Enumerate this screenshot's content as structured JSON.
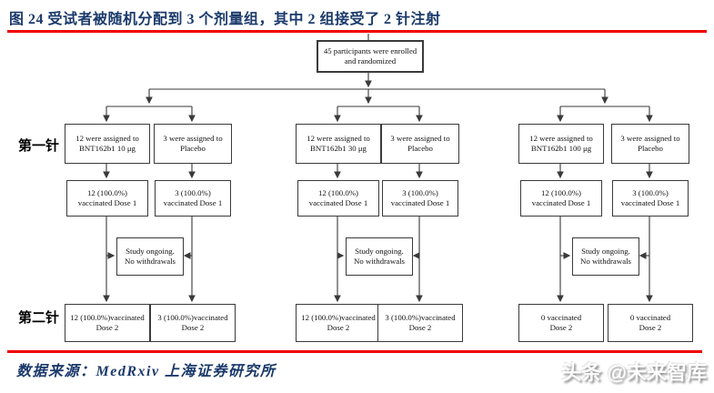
{
  "header": {
    "figure_title": "图 24 受试者被随机分配到 3 个剂量组，其中 2 组接受了 2 针注射"
  },
  "colors": {
    "title_navy": "#1b3a6b",
    "rule_red": "#ef0000",
    "line_gray": "#3a3a3a"
  },
  "flowchart": {
    "top_box": {
      "line1": "45 participants were enrolled",
      "line2": "and randomized"
    },
    "row_labels": {
      "first_injection": "第一针",
      "second_injection": "第二针"
    },
    "study_box": {
      "line1": "Study ongoing.",
      "line2": "No withdrawals"
    },
    "groups": [
      {
        "assigned_vaccine": {
          "line1": "12 were assigned to",
          "line2": "BNT162b1 10 μg"
        },
        "assigned_placebo": {
          "line1": "3 were assigned to",
          "line2": "Placebo"
        },
        "dose1_vaccine": {
          "line1": "12 (100.0%)",
          "line2": "vaccinated Dose 1"
        },
        "dose1_placebo": {
          "line1": "3 (100.0%)",
          "line2": "vaccinated Dose 1"
        },
        "dose2_vaccine": {
          "line1": "12 (100.0%)vaccinated",
          "line2": "Dose 2"
        },
        "dose2_placebo": {
          "line1": "3 (100.0%)vaccinated",
          "line2": "Dose 2"
        }
      },
      {
        "assigned_vaccine": {
          "line1": "12 were assigned to",
          "line2": "BNT162b1 30 μg"
        },
        "assigned_placebo": {
          "line1": "3 were assigned to",
          "line2": "Placebo"
        },
        "dose1_vaccine": {
          "line1": "12 (100.0%)",
          "line2": "vaccinated Dose 1"
        },
        "dose1_placebo": {
          "line1": "3 (100.0%)",
          "line2": "vaccinated Dose 1"
        },
        "dose2_vaccine": {
          "line1": "12 (100.0%)vaccinated",
          "line2": "Dose 2"
        },
        "dose2_placebo": {
          "line1": "3 (100.0%)vaccinated",
          "line2": "Dose 2"
        }
      },
      {
        "assigned_vaccine": {
          "line1": "12 were assigned to",
          "line2": "BNT162b1 100 μg"
        },
        "assigned_placebo": {
          "line1": "3 were assigned to",
          "line2": "Placebo"
        },
        "dose1_vaccine": {
          "line1": "12 (100.0%)",
          "line2": "vaccinated Dose 1"
        },
        "dose1_placebo": {
          "line1": "3 (100.0%)",
          "line2": "vaccinated Dose 1"
        },
        "dose2_vaccine": {
          "line1": "0 vaccinated",
          "line2": "Dose 2"
        },
        "dose2_placebo": {
          "line1": "0 vaccinated",
          "line2": "Dose 2"
        }
      }
    ]
  },
  "footer": {
    "source": "数据来源：MedRxiv  上海证券研究所",
    "watermark": "头条 @未来智库"
  }
}
